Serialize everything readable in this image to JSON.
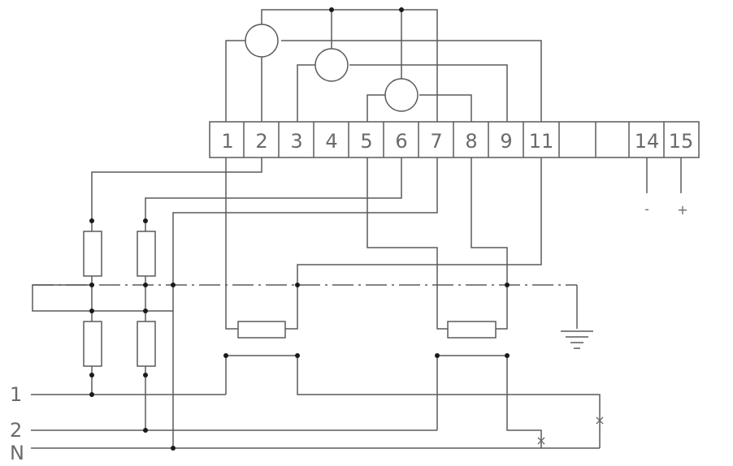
{
  "terminals": [
    "1",
    "2",
    "3",
    "4",
    "5",
    "6",
    "7",
    "8",
    "9",
    "11",
    "",
    "",
    "14",
    "15"
  ],
  "polarity": {
    "minus": "-",
    "plus": "+"
  },
  "lines": {
    "l1": "1",
    "l2": "2",
    "n": "N"
  },
  "colors": {
    "wire": "#5a5a5a",
    "node": "#1a1a1a",
    "text": "#6a6a6a"
  }
}
